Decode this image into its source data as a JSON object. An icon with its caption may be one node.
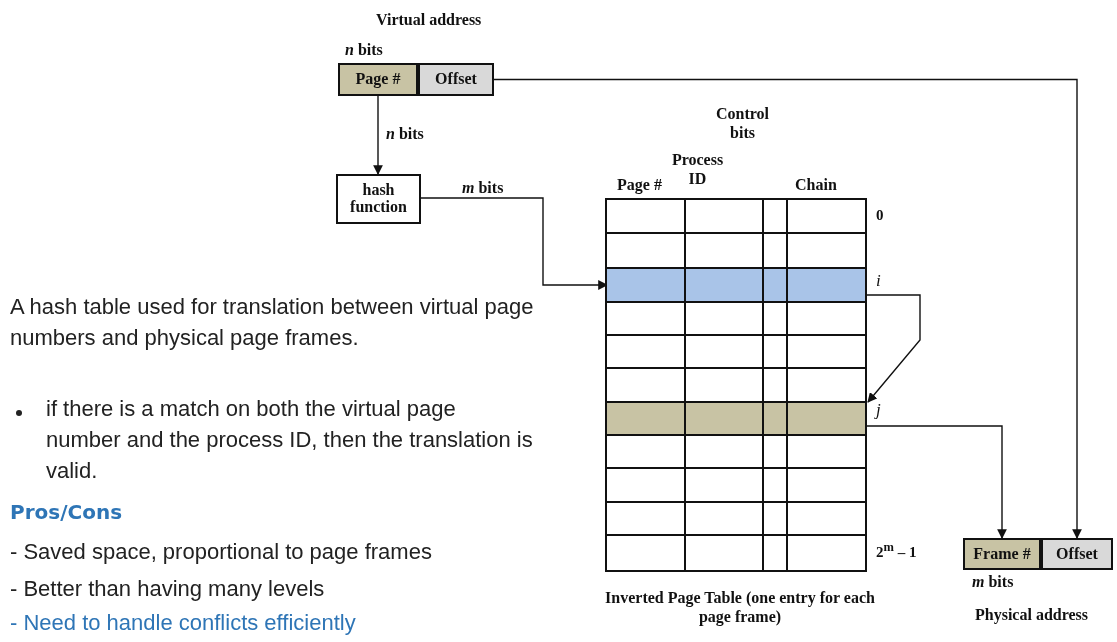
{
  "diagram": {
    "nodes": [
      {
        "text": [
          "Page #"
        ],
        "beside": [
          "*n* bits"
        ]
      },
      {
        "text": [
          "Offset"
        ]
      },
      {
        "text": [
          "hash function"
        ]
      },
      {
        "text": [],
        "shape": "box",
        "beside": [
          "Inverted Page Table (one entry for each page frame)"
        ]
      },
      {
        "text": [],
        "shape": "bar",
        "in": 3,
        "beside": [
          "i"
        ]
      },
      {
        "text": [],
        "shape": "bar",
        "in": 3,
        "beside": [
          "j"
        ]
      },
      {
        "text": [
          "Frame #"
        ],
        "beside": [
          "*m* bits"
        ]
      },
      {
        "text": [
          "Offset"
        ]
      }
    ],
    "edges": [
      {
        "from": 0,
        "to": 2,
        "arrow": "to",
        "label": "*n* bits"
      },
      {
        "from": 2,
        "to": 4,
        "arrow": "to",
        "label": "*m* bits"
      },
      {
        "from": 4,
        "to": 5,
        "arrow": "to"
      },
      {
        "from": 5,
        "to": 6,
        "arrow": "to"
      },
      {
        "from": 1,
        "to": 7,
        "arrow": "to"
      }
    ],
    "labels": [
      "Virtual address",
      "Control bits",
      "Process ID",
      "Page #",
      "Chain",
      "0",
      "A hash table used for translation between virtual page numbers and physical page frames.",
      "if there is a match on both the virtual page number and the process ID, then the translation is valid.",
      "Pros/Cons",
      "- Saved space, proportional to page frames",
      "- Better than having many levels",
      "- Need to handle conflicts efficiently",
      "2$^{m}$ – 1",
      "Physical address"
    ]
  }
}
